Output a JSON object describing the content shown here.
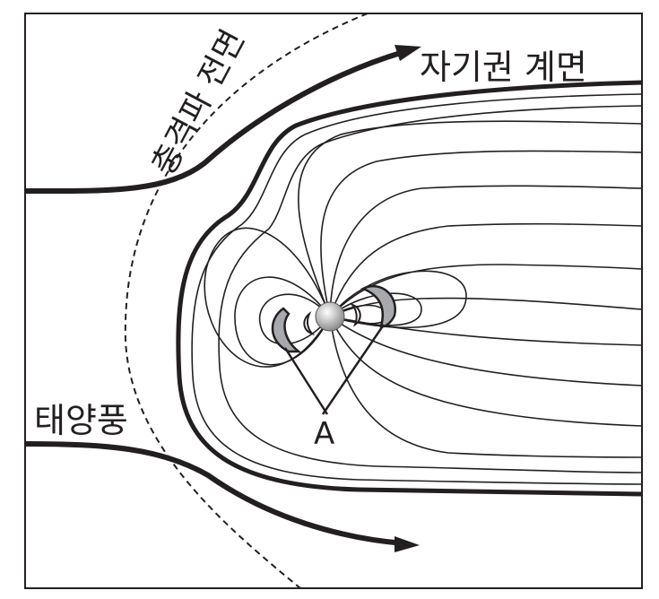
{
  "labels": {
    "bow_shock": "충격파 전면",
    "magnetopause": "자기권 계면",
    "solar_wind": "태양풍",
    "point_a": "A"
  },
  "colors": {
    "line": "#231f20",
    "belt_fill": "#a7a9ac",
    "earth": "#d9d9d9"
  }
}
